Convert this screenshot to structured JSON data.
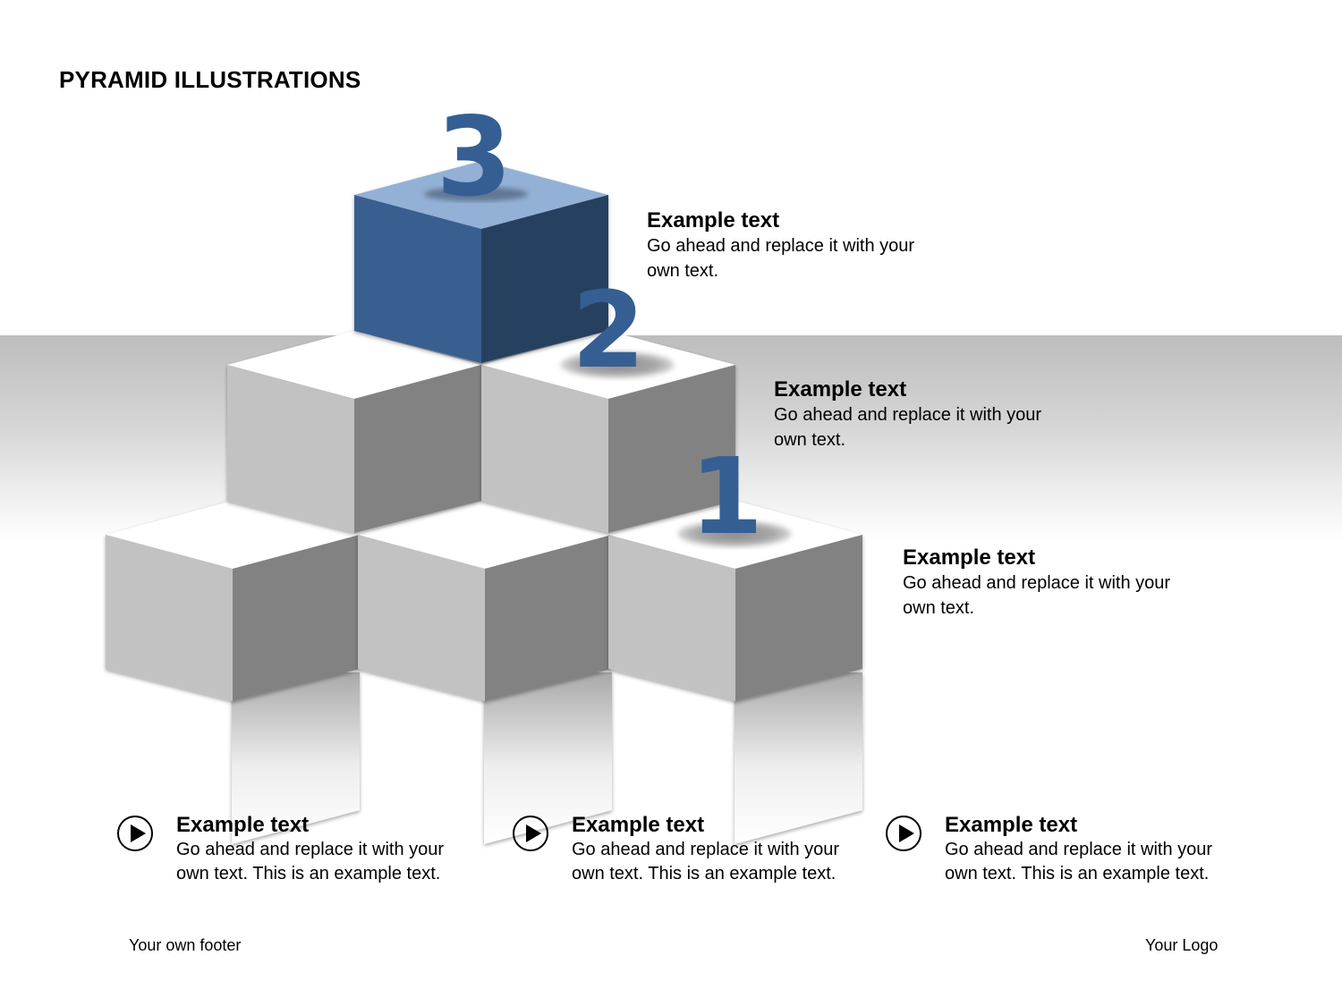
{
  "title": "PYRAMID ILLUSTRATIONS",
  "levels": [
    {
      "number": "3",
      "heading": "Example text",
      "body": "Go ahead and replace it with your own text."
    },
    {
      "number": "2",
      "heading": "Example text",
      "body": "Go ahead and replace it with your own text."
    },
    {
      "number": "1",
      "heading": "Example text",
      "body": "Go ahead and replace it with your own text."
    }
  ],
  "bottom_items": [
    {
      "heading": "Example text",
      "body": "Go ahead and replace it with your own text. This is an example text."
    },
    {
      "heading": "Example text",
      "body": "Go ahead and replace it with your own text. This is an example text."
    },
    {
      "heading": "Example text",
      "body": "Go ahead and replace it with your own text. This is an example text."
    }
  ],
  "footer": {
    "left": "Your own footer",
    "right": "Your Logo"
  },
  "colors": {
    "accent_blue": "#355f93",
    "cube_blue_top": "#93b0d6",
    "cube_blue_left": "#375f8f",
    "cube_blue_right": "#283f5f",
    "cube_grey_top": "#ffffff",
    "cube_grey_left": "#c2c2c2",
    "cube_grey_right": "#828282"
  },
  "icons": [
    "play-icon"
  ]
}
